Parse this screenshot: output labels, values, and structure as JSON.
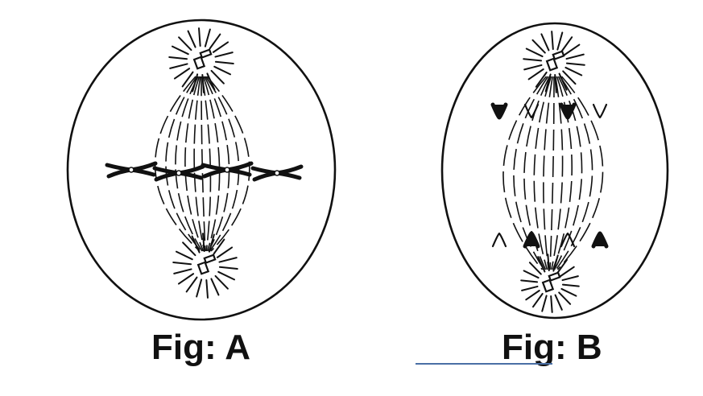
{
  "figures": [
    {
      "id": "A",
      "caption": "Fig: A"
    },
    {
      "id": "B",
      "caption": "Fig: B"
    }
  ],
  "colors": {
    "ink": "#111111",
    "background": "#ffffff",
    "underline": "#4a6fa5"
  }
}
